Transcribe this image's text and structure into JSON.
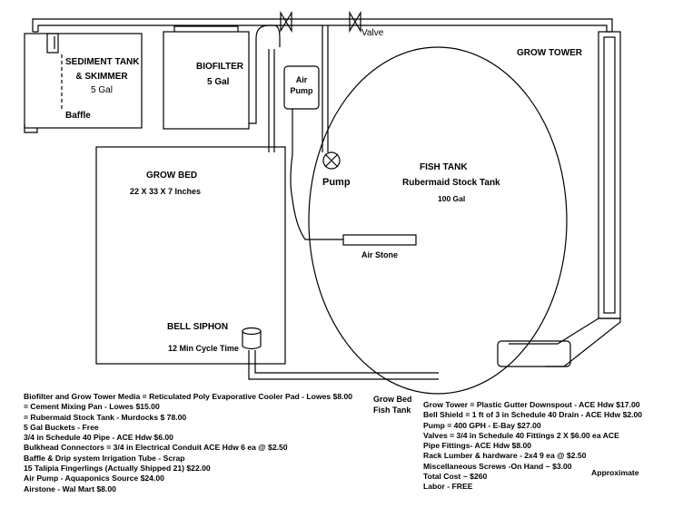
{
  "labels": {
    "valve": "Valve",
    "grow_tower": "GROW TOWER",
    "sediment_line1": "SEDIMENT TANK",
    "sediment_line2": "& SKIMMER",
    "sediment_line3": "5 Gal",
    "baffle": "Baffle",
    "biofilter": "BIOFILTER",
    "biofilter_size": "5 Gal",
    "air_pump_line1": "Air",
    "air_pump_line2": "Pump",
    "pump": "Pump",
    "fish_tank": "FISH TANK",
    "fish_tank_sub": "Rubermaid Stock Tank",
    "fish_tank_size": "100 Gal",
    "grow_bed": "GROW BED",
    "grow_bed_size": "22 X 33 X 7 Inches",
    "air_stone": "Air Stone",
    "bell_siphon": "BELL SIPHON",
    "cycle_time": "12 Min Cycle Time",
    "grow_bed_fish_tank_line1": "Grow Bed",
    "grow_bed_fish_tank_line2": "Fish Tank",
    "approximate": "Approximate"
  },
  "notes_left": [
    "Biofilter and Grow Tower Media  = Reticulated Poly Evaporative Cooler Pad - Lowes  $8.00",
    "= Cement Mixing Pan - Lowes $15.00",
    "= Rubermaid Stock Tank - Murdocks  $ 78.00",
    "5 Gal Buckets - Free",
    "3/4 in Schedule 40 Pipe - ACE Hdw $6.00",
    "Bulkhead Connectors = 3/4 in Electrical Conduit ACE Hdw 6 ea @ $2.50",
    "Baffle & Drip system Irrigation Tube - Scrap",
    "15 Talipia Fingerlings (Actually Shipped 21) $22.00",
    "Air Pump - Aquaponics Source $24.00",
    "Airstone - Wal Mart  $8.00"
  ],
  "notes_right": [
    "Grow Tower = Plastic Gutter Downspout - ACE Hdw $17.00",
    "Bell Shield = 1 ft of 3 in Schedule 40 Drain - ACE Hdw $2.00",
    "Pump = 400 GPH - E-Bay  $27.00",
    "Valves =  3/4 in Schedule 40 Fittings 2 X $6.00 ea ACE",
    "Pipe Fittings- ACE Hdw  $8.00",
    "Rack Lumber & hardware - 2x4 9 ea @ $2.50",
    "Miscellaneous Screws -On Hand ~ $3.00",
    "Total Cost ~ $260",
    "Labor - FREE"
  ]
}
